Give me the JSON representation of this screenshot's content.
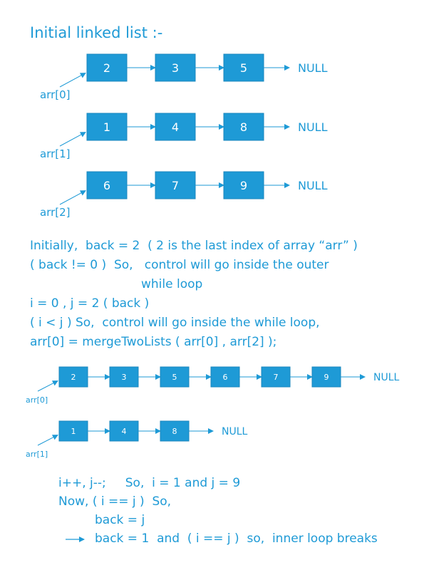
{
  "title": "Initial linked list :-",
  "colors": {
    "text": "#1e9ad6",
    "node_fill": "#1e9ad6",
    "node_border": "#1b87bd",
    "node_text": "#ffffff"
  },
  "null_label": "NULL",
  "initial_lists": [
    {
      "label": "arr[0]",
      "values": [
        "2",
        "3",
        "5"
      ]
    },
    {
      "label": "arr[1]",
      "values": [
        "1",
        "4",
        "8"
      ]
    },
    {
      "label": "arr[2]",
      "values": [
        "6",
        "7",
        "9"
      ]
    }
  ],
  "explanation": [
    "Initially,  back = 2  ( 2 is the last index of array “arr” )",
    "( back != 0 )  So,   control will go inside the outer",
    "while loop",
    "i = 0 , j = 2 ( back )",
    "( i < j ) So,  control will go inside the while loop,",
    "arr[0] = mergeTwoLists ( arr[0] , arr[2] );"
  ],
  "merged_lists": [
    {
      "label": "arr[0]",
      "values": [
        "2",
        "3",
        "5",
        "6",
        "7",
        "9"
      ]
    },
    {
      "label": "arr[1]",
      "values": [
        "1",
        "4",
        "8"
      ]
    }
  ],
  "result_lines": [
    "i++, j--;     So,  i = 1 and j = 9",
    "Now, ( i == j )  So,",
    "back = j",
    "back = 1  and  ( i == j )  so,  inner loop breaks"
  ]
}
